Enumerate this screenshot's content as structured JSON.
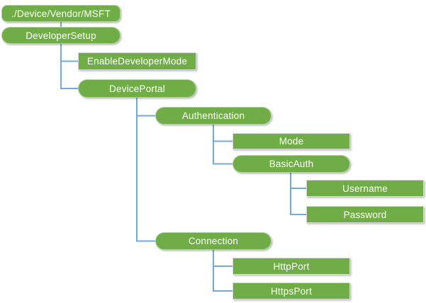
{
  "diagram": {
    "background": "#FFFFFF",
    "colors": {
      "node_fill": "#70AD47",
      "node_text": "#FFFFFF",
      "connector": "#74A9D8",
      "leaf_border": "#D9D9D9"
    },
    "nodes": [
      {
        "label": "./Device/Vendor/MSFT",
        "type": "root",
        "parent": null
      },
      {
        "label": "DeveloperSetup",
        "type": "interior",
        "parent": "./Device/Vendor/MSFT"
      },
      {
        "label": "EnableDeveloperMode",
        "type": "leaf",
        "parent": "DeveloperSetup"
      },
      {
        "label": "DevicePortal",
        "type": "interior",
        "parent": "DeveloperSetup"
      },
      {
        "label": "Authentication",
        "type": "interior",
        "parent": "DevicePortal"
      },
      {
        "label": "Mode",
        "type": "leaf",
        "parent": "Authentication"
      },
      {
        "label": "BasicAuth",
        "type": "interior",
        "parent": "Authentication"
      },
      {
        "label": "Username",
        "type": "leaf",
        "parent": "BasicAuth"
      },
      {
        "label": "Password",
        "type": "leaf",
        "parent": "BasicAuth"
      },
      {
        "label": "Connection",
        "type": "interior",
        "parent": "DevicePortal"
      },
      {
        "label": "HttpPort",
        "type": "leaf",
        "parent": "Connection"
      },
      {
        "label": "HttpsPort",
        "type": "leaf",
        "parent": "Connection"
      }
    ]
  }
}
